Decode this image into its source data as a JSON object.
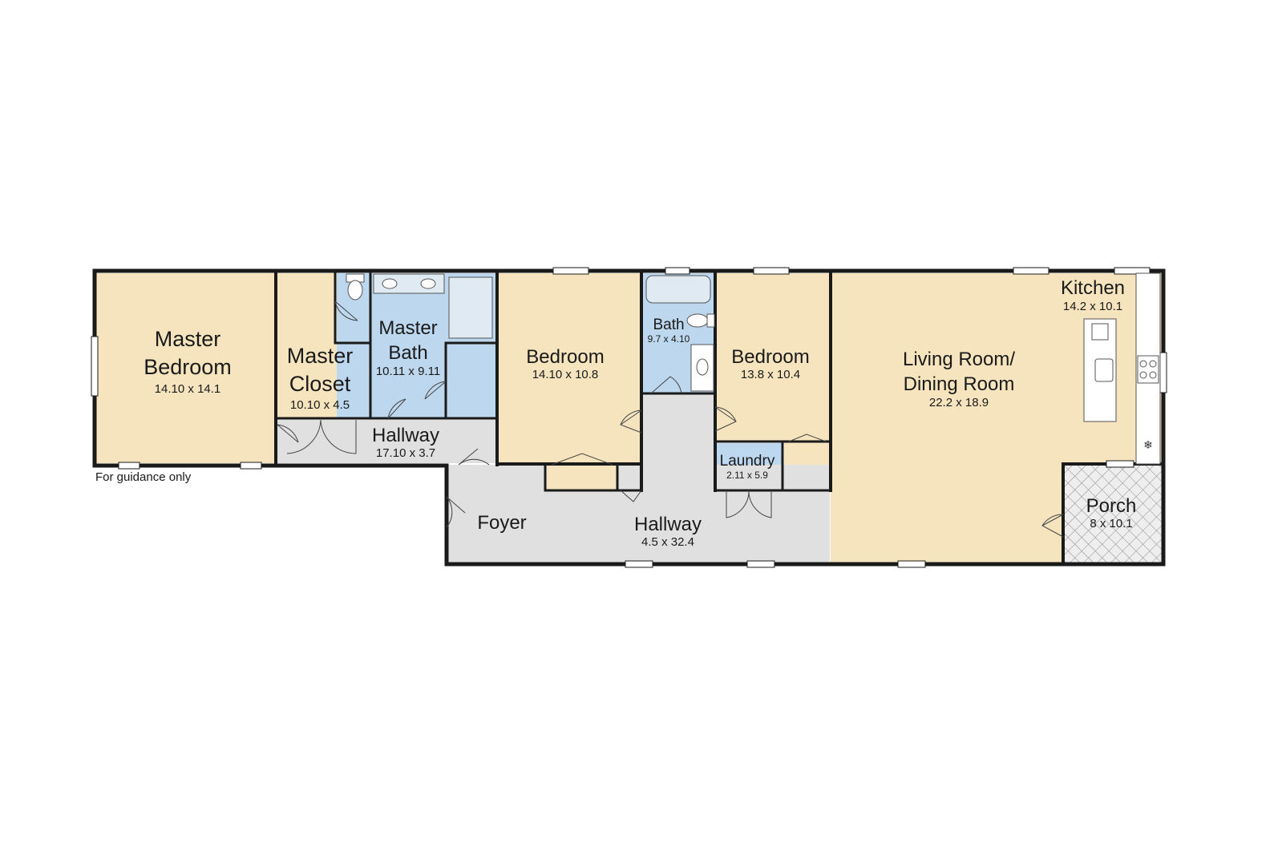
{
  "note": "For guidance only",
  "rooms": {
    "master_bedroom": {
      "line1": "Master",
      "line2": "Bedroom",
      "dim": "14.10 x 14.1"
    },
    "master_closet": {
      "line1": "Master",
      "line2": "Closet",
      "dim": "10.10 x 4.5"
    },
    "master_bath": {
      "line1": "Master",
      "line2": "Bath",
      "dim": "10.11 x 9.11"
    },
    "hallway_west": {
      "name": "Hallway",
      "dim": "17.10 x 3.7"
    },
    "bedroom_1": {
      "name": "Bedroom",
      "dim": "14.10 x 10.8"
    },
    "bath": {
      "name": "Bath",
      "dim": "9.7 x 4.10"
    },
    "bedroom_2": {
      "name": "Bedroom",
      "dim": "13.8 x 10.4"
    },
    "laundry": {
      "name": "Laundry",
      "dim": "2.11 x 5.9"
    },
    "foyer": {
      "name": "Foyer"
    },
    "hallway_main": {
      "name": "Hallway",
      "dim": "4.5 x 32.4"
    },
    "living": {
      "line1": "Living Room/",
      "line2": "Dining Room",
      "dim": "22.2 x 18.9"
    },
    "kitchen": {
      "name": "Kitchen",
      "dim": "14.2 x 10.1"
    },
    "porch": {
      "name": "Porch",
      "dim": "8 x 10.1"
    }
  },
  "colors": {
    "room": "#f5e4bd",
    "wet": "#bcd7ee",
    "hall": "#e0e0e0",
    "wall": "#1a1a1a",
    "porch": "#e6e6e6"
  }
}
